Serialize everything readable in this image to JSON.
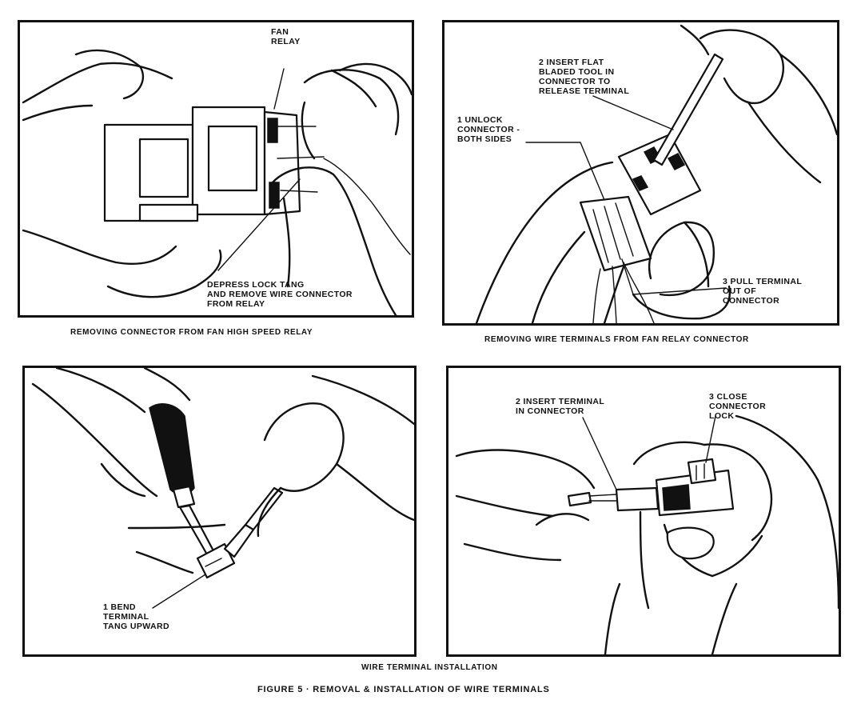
{
  "panels": {
    "top_left": {
      "caption": "REMOVING CONNECTOR FROM FAN HIGH SPEED RELAY",
      "callouts": {
        "fan_relay": "FAN\nRELAY",
        "depress_lock": "DEPRESS LOCK TANG\nAND REMOVE WIRE CONNECTOR\nFROM RELAY"
      }
    },
    "top_right": {
      "caption": "REMOVING WIRE TERMINALS FROM FAN RELAY CONNECTOR",
      "callouts": {
        "step1": "1  UNLOCK\n    CONNECTOR -\n    BOTH SIDES",
        "step2": "2  INSERT FLAT\n    BLADED TOOL IN\n    CONNECTOR TO\n    RELEASE TERMINAL",
        "step3": "3  PULL TERMINAL\n    OUT OF\n    CONNECTOR"
      }
    },
    "bottom_left": {
      "callouts": {
        "step1": "1  BEND\n    TERMINAL\n    TANG UPWARD"
      }
    },
    "bottom_right": {
      "callouts": {
        "step2": "2  INSERT TERMINAL\n    IN CONNECTOR",
        "step3": "3  CLOSE\n    CONNECTOR\n    LOCK"
      }
    }
  },
  "bottom_caption": "WIRE TERMINAL INSTALLATION",
  "figure_title": "FIGURE 5 · REMOVAL & INSTALLATION OF WIRE TERMINALS"
}
